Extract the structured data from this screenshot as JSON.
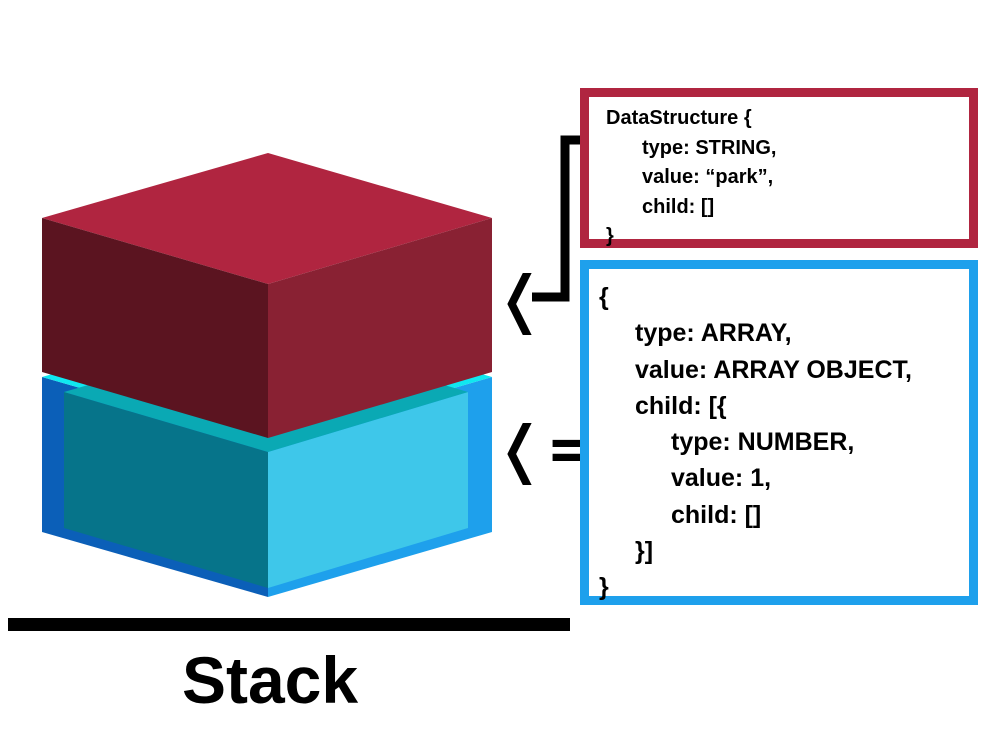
{
  "stack": {
    "label": "Stack"
  },
  "top_item": {
    "color_top": "#b02540",
    "color_left": "#5b1420",
    "color_right": "#892133",
    "code_lines": [
      "DataStructure {",
      "type: STRING,",
      "value: “park”,",
      "child: []",
      "}"
    ]
  },
  "bottom_item": {
    "color_outer": "#1ea0ec",
    "color_outer_dark": "#0b5fb8",
    "color_inner_left": "#06748a",
    "color_inner_right": "#3ec7ea",
    "color_highlight": "#10e8f0",
    "code_lines": [
      "{",
      "type: ARRAY,",
      "value: ARRAY OBJECT,",
      "child: [{",
      "type: NUMBER,",
      "value: 1,",
      "child: []",
      "}]",
      "}"
    ]
  },
  "arrows": {
    "top_pointer": "❬",
    "bottom_pointer": "❬=",
    "color": "#000000"
  }
}
